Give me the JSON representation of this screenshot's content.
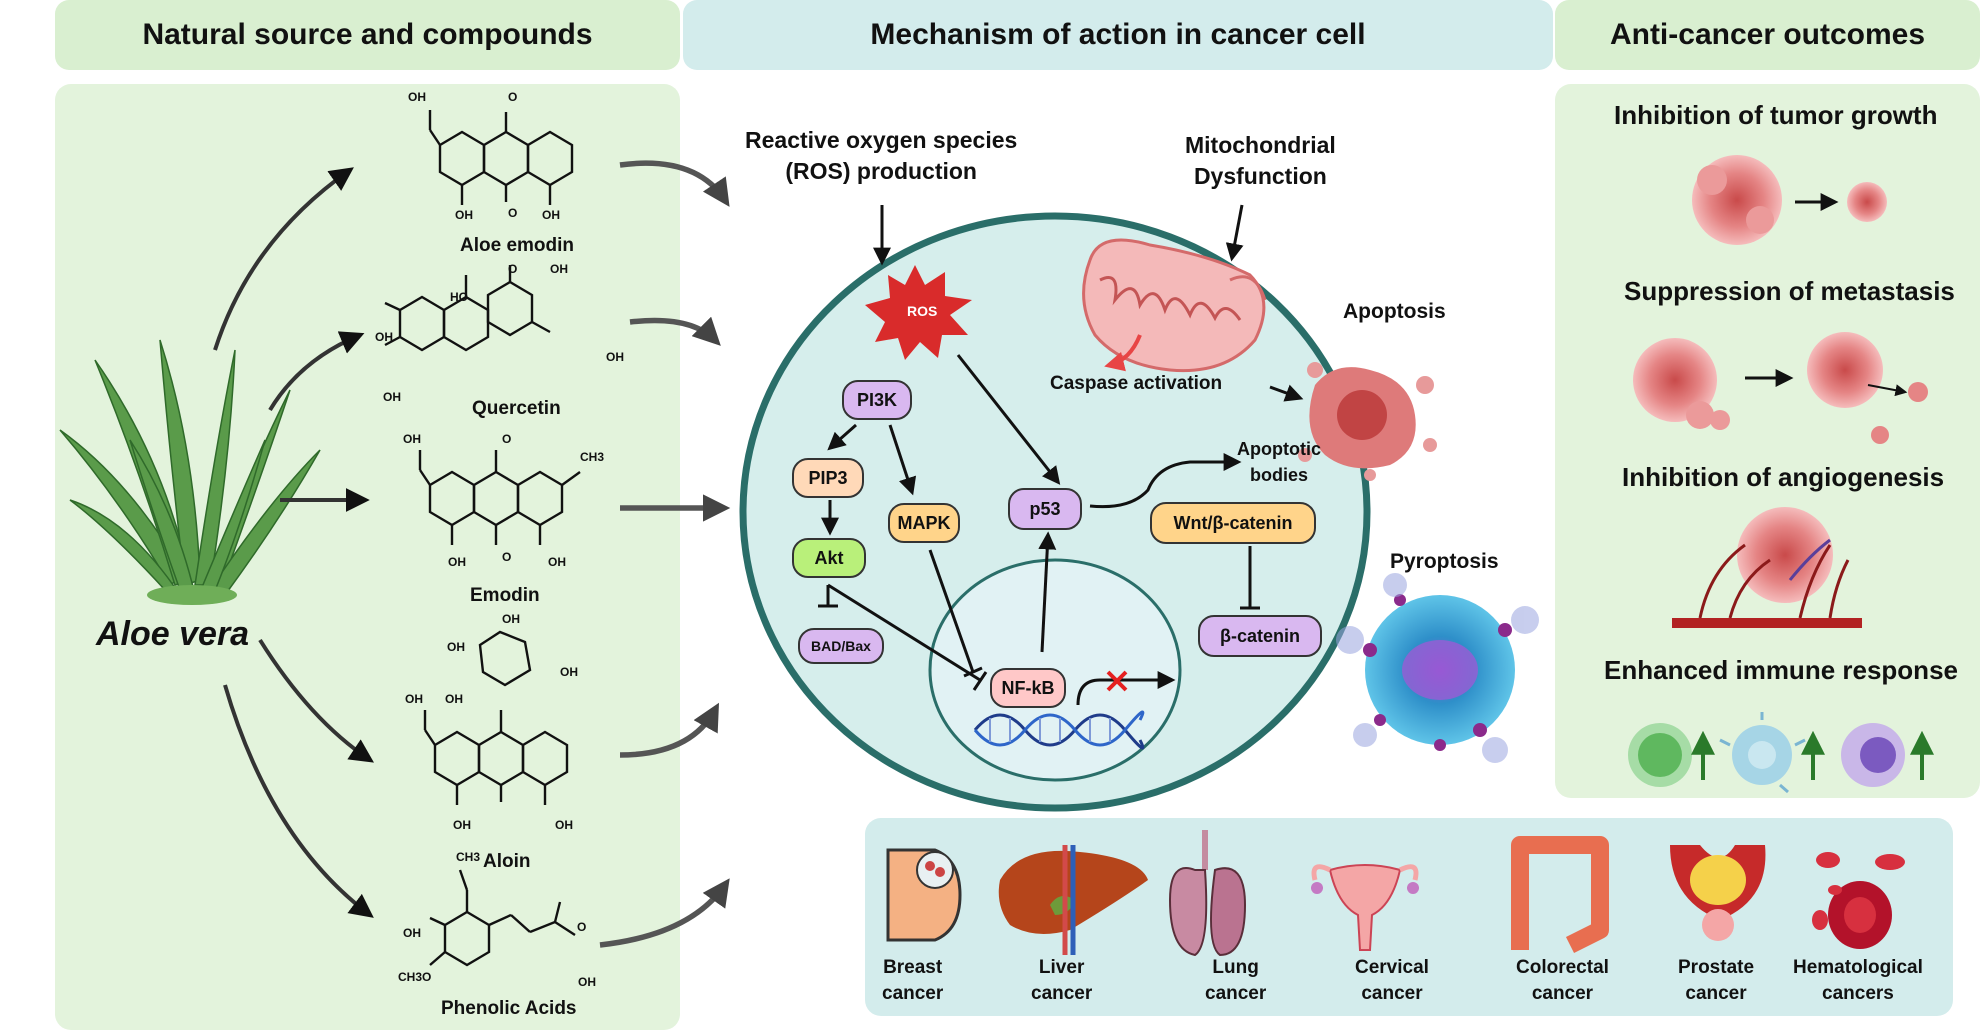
{
  "headers": {
    "left": "Natural source and compounds",
    "middle": "Mechanism of action in cancer cell",
    "right": "Anti-cancer outcomes"
  },
  "plant": {
    "name": "Aloe vera"
  },
  "compounds": [
    "Aloe emodin",
    "Quercetin",
    "Emodin",
    "Aloin",
    "Phenolic Acids"
  ],
  "chem_labels": {
    "oh": "OH",
    "o": "O",
    "ch3": "CH3",
    "ho": "HO",
    "ch3o": "CH3O"
  },
  "mechanism": {
    "ros_production": "Reactive oxygen species\n(ROS) production",
    "mito_dysfunction": "Mitochondrial\nDysfunction",
    "ros": "ROS",
    "caspase": "Caspase activation",
    "apoptosis": "Apoptosis",
    "apoptotic_bodies": "Apoptotic\nbodies",
    "pyroptosis": "Pyroptosis",
    "nodes": {
      "pi3k": "PI3K",
      "pip3": "PIP3",
      "akt": "Akt",
      "mapk": "MAPK",
      "bad_bax": "BAD/Bax",
      "p53": "p53",
      "wnt": "Wnt/β-catenin",
      "beta_catenin": "β-catenin",
      "nfkb": "NF-kB"
    }
  },
  "outcomes": [
    "Inhibition of tumor growth",
    "Suppression of metastasis",
    "Inhibition of angiogenesis",
    "Enhanced immune response"
  ],
  "cancers": [
    "Breast\ncancer",
    "Liver\ncancer",
    "Lung\ncancer",
    "Cervical\ncancer",
    "Colorectal\ncancer",
    "Prostate\ncancer",
    "Hematological\ncancers"
  ],
  "colors": {
    "green_panel": "#e3f3dc",
    "blue_panel": "#d3ecec",
    "cell_fill": "#d6eeec",
    "cell_border": "#2a6e69",
    "purple_node": "#d9b8f0",
    "orange_node": "#ffd48a",
    "green_node": "#b9f07a",
    "pink_node": "#ffc8c8"
  }
}
